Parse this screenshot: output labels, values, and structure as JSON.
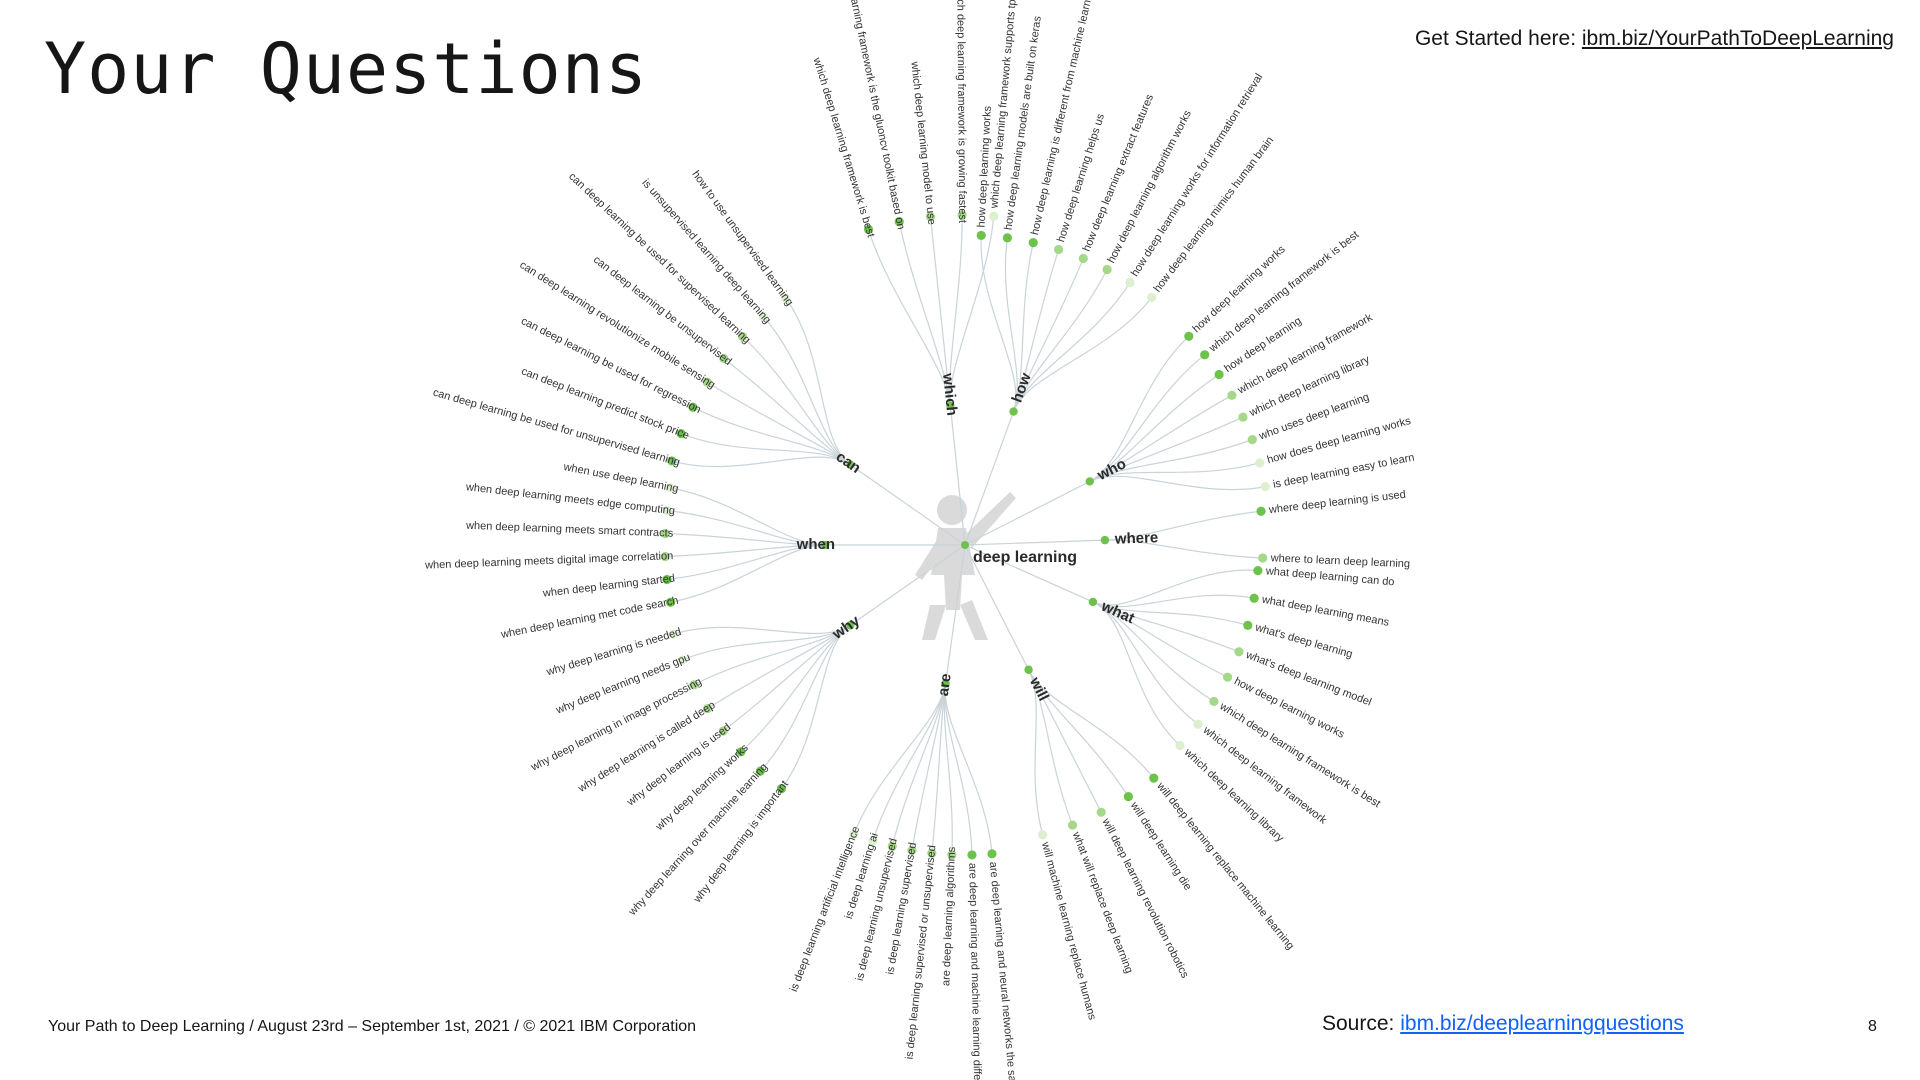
{
  "slide": {
    "title": "Your Questions",
    "get_started_prefix": "Get Started here: ",
    "get_started_link": "ibm.biz/YourPathToDeepLearning",
    "source_prefix": "Source: ",
    "source_link": "ibm.biz/deeplearningquestions",
    "footer": "Your Path to Deep Learning / August 23rd – September 1st, 2021 / © 2021 IBM Corporation",
    "page_number": "8"
  },
  "colors": {
    "dark_green": "#6cc24a",
    "mid_green": "#a6d88a",
    "light_green": "#dcf0d0",
    "link": "#c9d3d8"
  },
  "tree": {
    "root": "deep learning",
    "branches": [
      {
        "label": "which",
        "leaves": [
          {
            "text": "which deep learning framework is best",
            "shade": 2
          },
          {
            "text": "which deep learning framework is the gluoncv toolkit based on",
            "shade": 2
          },
          {
            "text": "which deep learning model to use",
            "shade": 1
          },
          {
            "text": "which deep learning framework is growing fastest",
            "shade": 1
          },
          {
            "text": "which deep learning framework supports tpus",
            "shade": 0
          }
        ]
      },
      {
        "label": "how",
        "leaves": [
          {
            "text": "how deep learning works",
            "shade": 2
          },
          {
            "text": "how deep learning models are built on keras",
            "shade": 2
          },
          {
            "text": "how deep learning is different from machine learning",
            "shade": 2
          },
          {
            "text": "how deep learning helps us",
            "shade": 1
          },
          {
            "text": "how deep learning extract features",
            "shade": 1
          },
          {
            "text": "how deep learning algorithm works",
            "shade": 1
          },
          {
            "text": "how deep learning works for information retrieval",
            "shade": 0
          },
          {
            "text": "how deep learning mimics human brain",
            "shade": 0
          }
        ]
      },
      {
        "label": "who",
        "leaves": [
          {
            "text": "how deep learning works",
            "shade": 2
          },
          {
            "text": "which deep learning framework is best",
            "shade": 2
          },
          {
            "text": "how deep learning",
            "shade": 2
          },
          {
            "text": "which deep learning framework",
            "shade": 1
          },
          {
            "text": "which deep learning library",
            "shade": 1
          },
          {
            "text": "who uses deep learning",
            "shade": 1
          },
          {
            "text": "how does deep learning works",
            "shade": 0
          },
          {
            "text": "is deep learning easy to learn",
            "shade": 0
          }
        ]
      },
      {
        "label": "where",
        "leaves": [
          {
            "text": "where deep learning is used",
            "shade": 2
          },
          {
            "text": "where to learn deep learning",
            "shade": 1
          }
        ]
      },
      {
        "label": "what",
        "leaves": [
          {
            "text": "what deep learning can do",
            "shade": 2
          },
          {
            "text": "what deep learning means",
            "shade": 2
          },
          {
            "text": "what's deep learning",
            "shade": 2
          },
          {
            "text": "what's deep learning model",
            "shade": 1
          },
          {
            "text": "how deep learning works",
            "shade": 1
          },
          {
            "text": "which deep learning framework is best",
            "shade": 1
          },
          {
            "text": "which deep learning framework",
            "shade": 0
          },
          {
            "text": "which deep learning library",
            "shade": 0
          }
        ]
      },
      {
        "label": "will",
        "leaves": [
          {
            "text": "will deep learning replace machine learning",
            "shade": 2
          },
          {
            "text": "will deep learning die",
            "shade": 2
          },
          {
            "text": "will deep learning revolution robotics",
            "shade": 1
          },
          {
            "text": "what will replace deep learning",
            "shade": 1
          },
          {
            "text": "will machine learning replace humans",
            "shade": 0
          }
        ]
      },
      {
        "label": "are",
        "leaves": [
          {
            "text": "are deep learning and neural networks the same",
            "shade": 2
          },
          {
            "text": "are deep learning and machine learning different",
            "shade": 2
          },
          {
            "text": "are deep learning algorithms",
            "shade": 1
          },
          {
            "text": "is deep learning supervised or unsupervised",
            "shade": 1
          },
          {
            "text": "is deep learning supervised",
            "shade": 1
          },
          {
            "text": "is deep learning unsupervised",
            "shade": 1
          },
          {
            "text": "is deep learning ai",
            "shade": 0
          },
          {
            "text": "is deep learning artificial intelligence",
            "shade": 0
          }
        ]
      },
      {
        "label": "why",
        "leaves": [
          {
            "text": "why deep learning is important",
            "shade": 2
          },
          {
            "text": "why deep learning over machine learning",
            "shade": 2
          },
          {
            "text": "why deep learning works",
            "shade": 2
          },
          {
            "text": "why deep learning is used",
            "shade": 1
          },
          {
            "text": "why deep learning is called deep",
            "shade": 1
          },
          {
            "text": "why deep learning in image processing",
            "shade": 1
          },
          {
            "text": "why deep learning needs gpu",
            "shade": 0
          },
          {
            "text": "why deep learning is needed",
            "shade": 0
          }
        ]
      },
      {
        "label": "when",
        "leaves": [
          {
            "text": "when deep learning met code search",
            "shade": 2
          },
          {
            "text": "when deep learning started",
            "shade": 2
          },
          {
            "text": "when deep learning meets digital image correlation",
            "shade": 1
          },
          {
            "text": "when deep learning meets smart contracts",
            "shade": 1
          },
          {
            "text": "when deep learning meets edge computing",
            "shade": 0
          },
          {
            "text": "when use deep learning",
            "shade": 0
          }
        ]
      },
      {
        "label": "can",
        "leaves": [
          {
            "text": "can deep learning be used for unsupervised learning",
            "shade": 2
          },
          {
            "text": "can deep learning predict stock price",
            "shade": 2
          },
          {
            "text": "can deep learning be used for regression",
            "shade": 2
          },
          {
            "text": "can deep learning revolutionize mobile sensing",
            "shade": 1
          },
          {
            "text": "can deep learning be unsupervised",
            "shade": 1
          },
          {
            "text": "can deep learning be used for supervised learning",
            "shade": 1
          },
          {
            "text": "is unsupervised learning deep learning",
            "shade": 0
          },
          {
            "text": "how to use unsupervised learning",
            "shade": 0
          }
        ]
      }
    ]
  }
}
